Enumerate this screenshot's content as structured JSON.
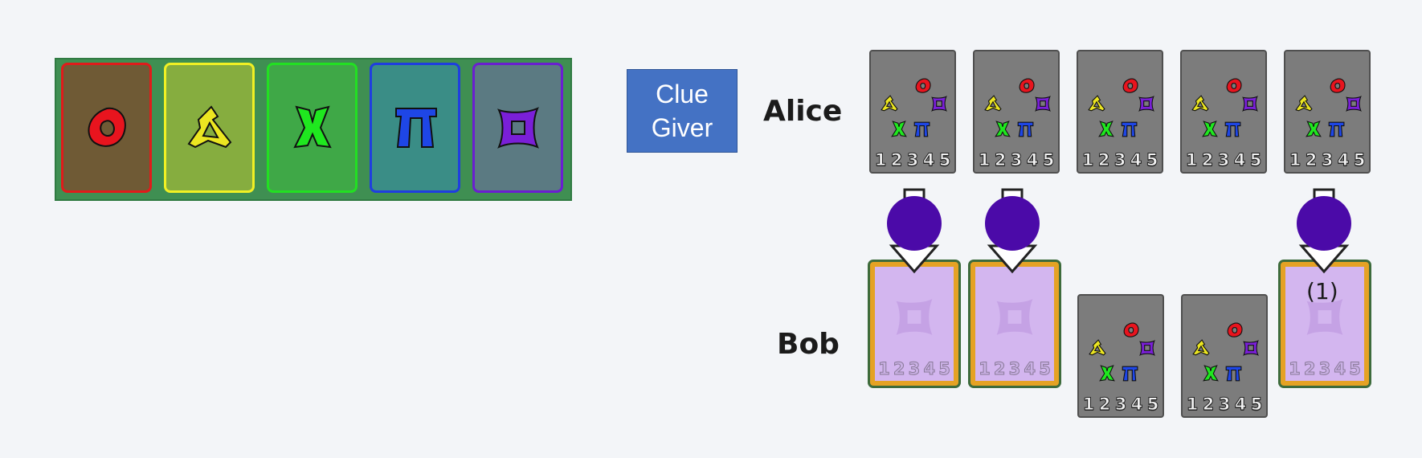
{
  "suits": [
    {
      "name": "red",
      "border": "#e01b1b",
      "fill": "#6f5a35",
      "icon": "red-ring-icon",
      "color": "#e8141e"
    },
    {
      "name": "yellow",
      "border": "#f0f024",
      "fill": "#86ad3f",
      "icon": "yellow-triangle-icon",
      "color": "#ece621"
    },
    {
      "name": "green",
      "border": "#22e022",
      "fill": "#3fa847",
      "icon": "green-x-icon",
      "color": "#1fe81f"
    },
    {
      "name": "blue",
      "border": "#1f3ee0",
      "fill": "#3a8d86",
      "icon": "blue-pi-icon",
      "color": "#1e46e6"
    },
    {
      "name": "purple",
      "border": "#6a1fd0",
      "fill": "#5b7a82",
      "icon": "purple-square-icon",
      "color": "#7a1fd8"
    }
  ],
  "clue_giver": {
    "line1": "Clue",
    "line2": "Giver"
  },
  "players": {
    "alice": {
      "name": "Alice",
      "cards": 5
    },
    "bob": {
      "name": "Bob",
      "cards": 5
    }
  },
  "ranks": [
    "1",
    "2",
    "3",
    "4",
    "5"
  ],
  "clue": {
    "color": "purple",
    "color_hex": "#4b0aa8",
    "order_label": "(1)"
  }
}
